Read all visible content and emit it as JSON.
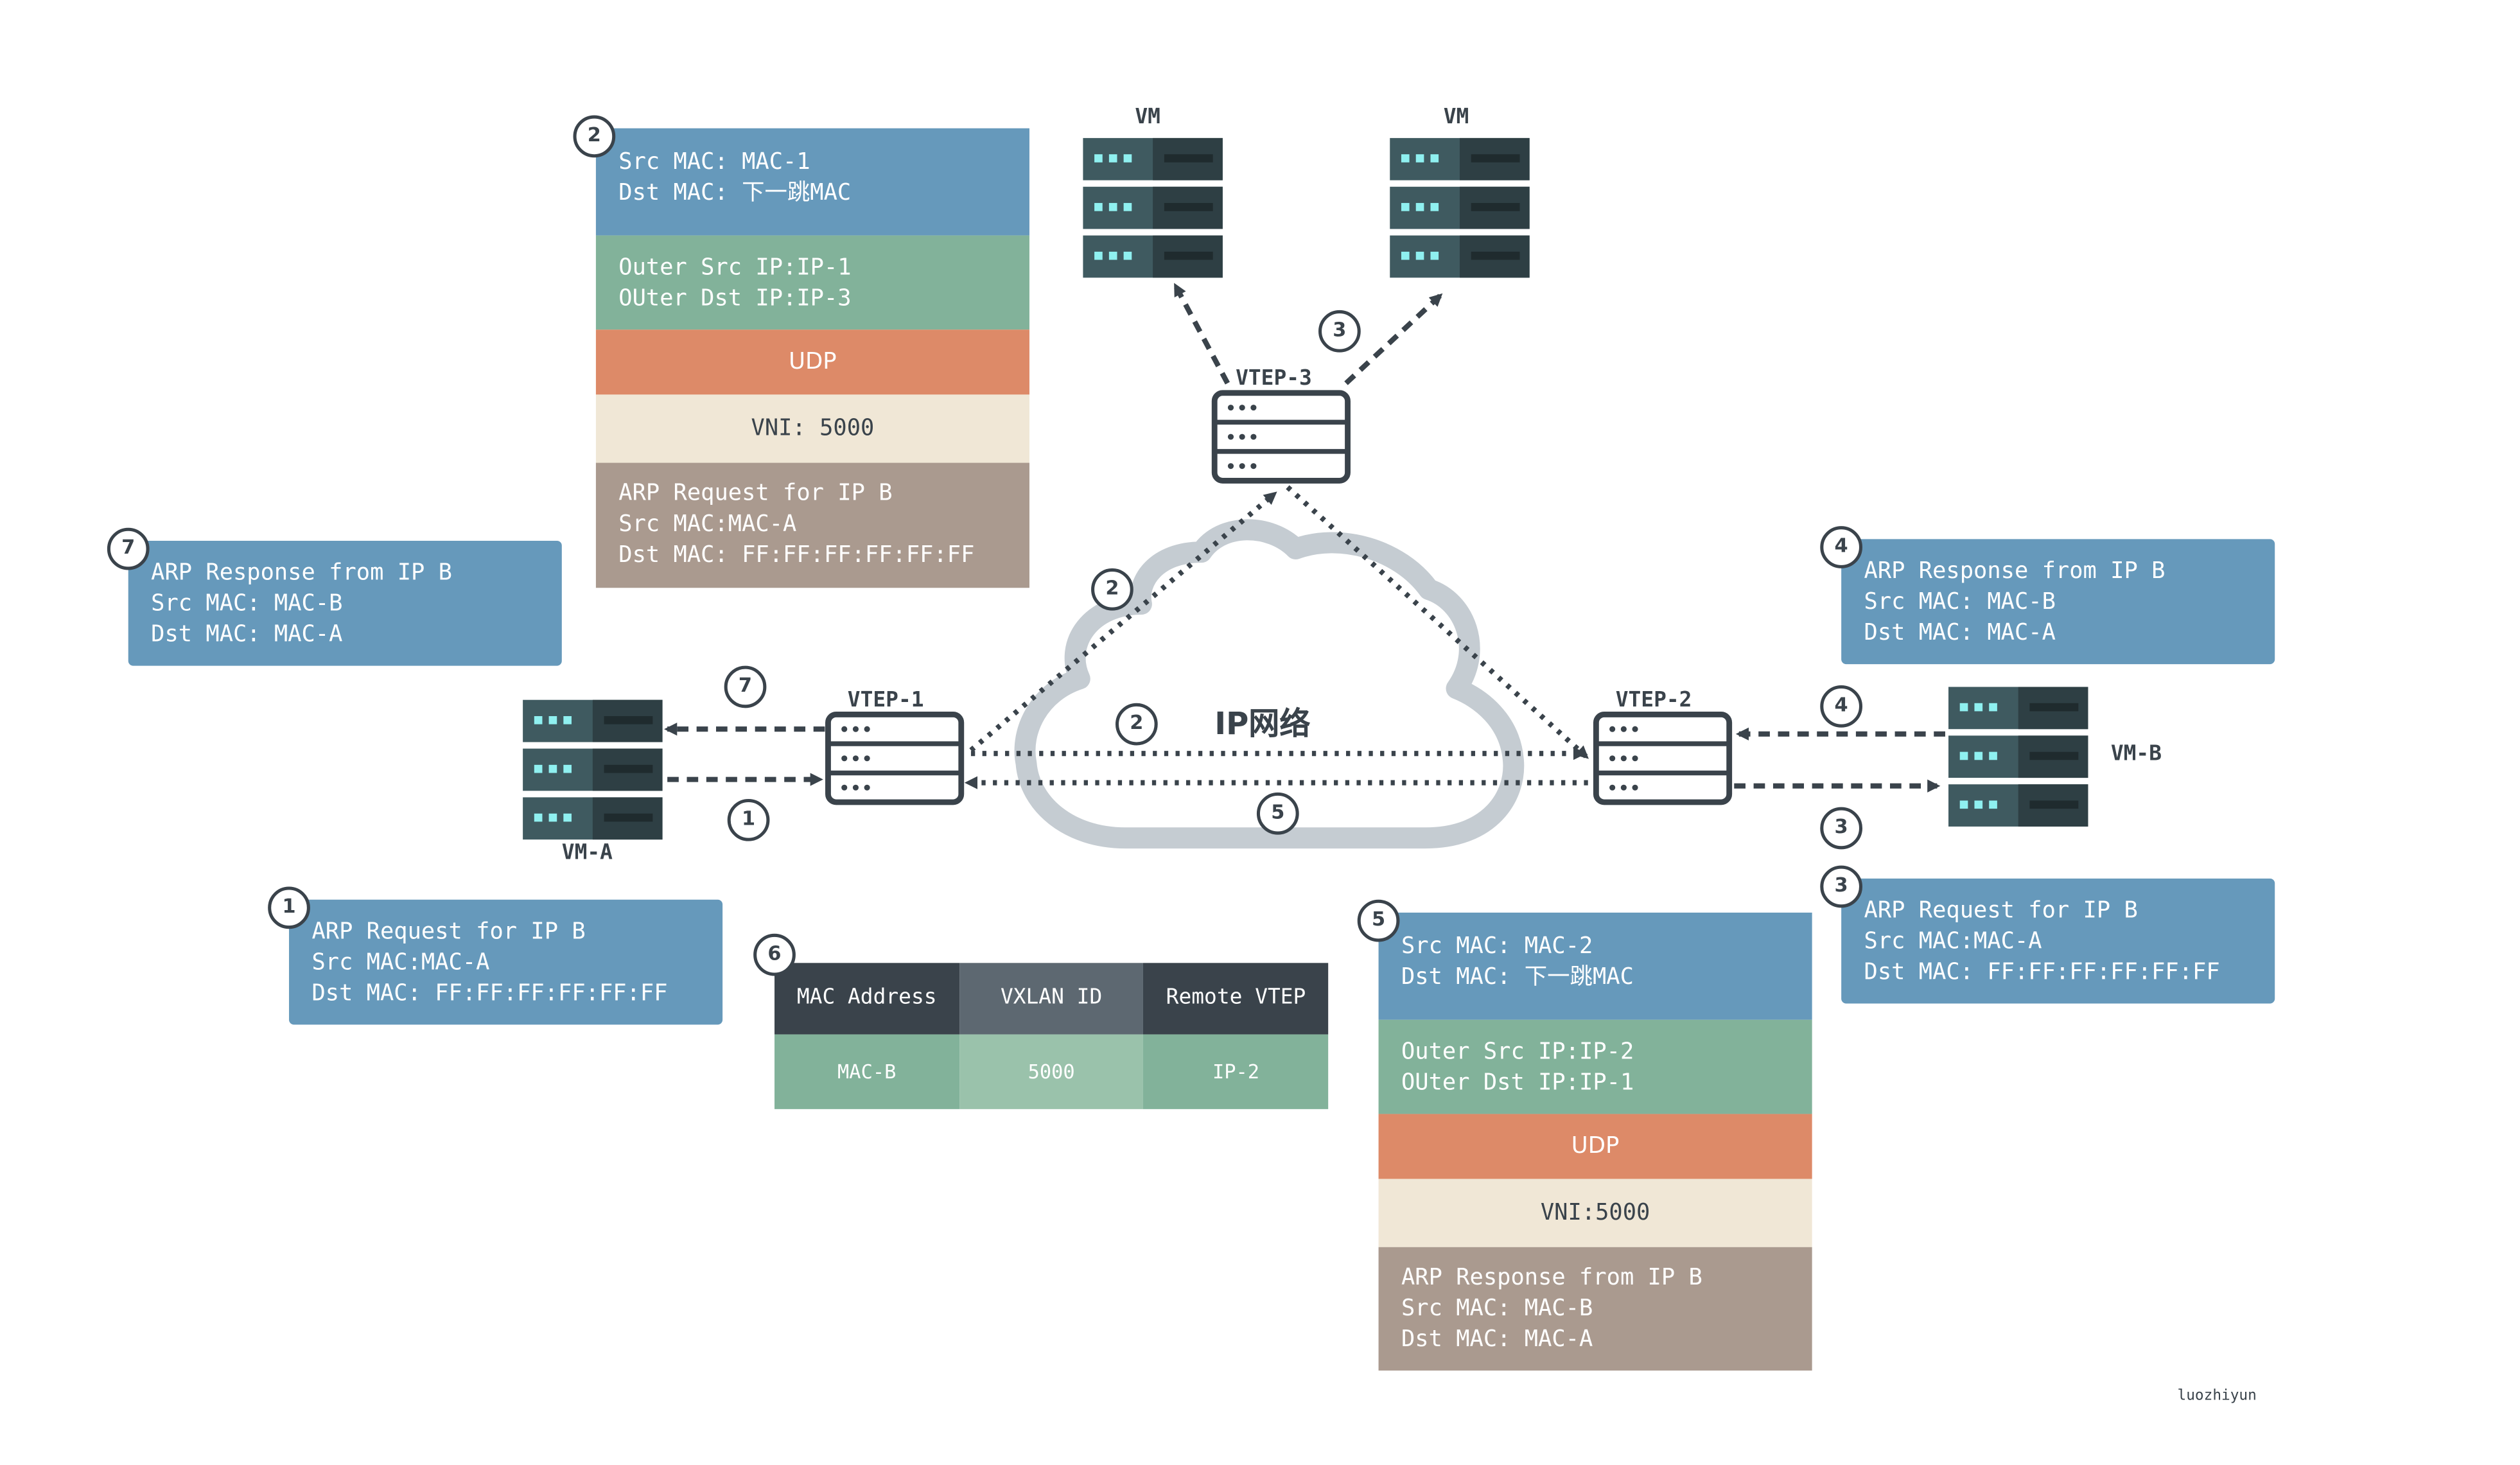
{
  "colors": {
    "dark": "#3a434b",
    "frame_blue": "#6699bb",
    "ip_green": "#82b29a",
    "udp_orange": "#dd8a68",
    "vni_cream": "#f0e7d6",
    "payload_taupe": "#aa9a8f",
    "server_teal": "#3f5a60",
    "cloud_gray": "#c5ccd2"
  },
  "labels": {
    "vm_left_top": "VM",
    "vm_right_top": "VM",
    "vtep1": "VTEP-1",
    "vtep2": "VTEP-2",
    "vtep3": "VTEP-3",
    "vm_a": "VM-A",
    "vm_b": "VM-B",
    "network": "IP网络",
    "credit": "luozhiyun"
  },
  "badges": {
    "b1": "1",
    "b2": "2",
    "b3": "3",
    "b4": "4",
    "b5": "5",
    "b6": "6",
    "b7": "7"
  },
  "packet2": {
    "eth": [
      "Src MAC: MAC-1",
      "Dst MAC: 下一跳MAC"
    ],
    "ip": [
      "Outer Src IP:IP-1",
      "OUter Dst IP:IP-3"
    ],
    "udp": "UDP",
    "vni": "VNI: 5000",
    "payload": [
      "ARP Request for IP B",
      "Src MAC:MAC-A",
      "Dst MAC: FF:FF:FF:FF:FF:FF"
    ]
  },
  "packet5": {
    "eth": [
      "Src MAC: MAC-2",
      "Dst MAC: 下一跳MAC"
    ],
    "ip": [
      "Outer Src IP:IP-2",
      "OUter Dst IP:IP-1"
    ],
    "udp": "UDP",
    "vni": "VNI:5000",
    "payload": [
      "ARP Response from IP B",
      "Src MAC: MAC-B",
      "Dst MAC: MAC-A"
    ]
  },
  "msg7": [
    "ARP Response from IP B",
    "Src MAC: MAC-B",
    "Dst MAC: MAC-A"
  ],
  "msg1": [
    "ARP Request for IP B",
    "Src MAC:MAC-A",
    "Dst MAC: FF:FF:FF:FF:FF:FF"
  ],
  "msg4": [
    "ARP Response from IP B",
    "Src MAC: MAC-B",
    "Dst MAC: MAC-A"
  ],
  "msg3": [
    "ARP Request for IP B",
    "Src MAC:MAC-A",
    "Dst MAC: FF:FF:FF:FF:FF:FF"
  ],
  "table": {
    "headers": [
      "MAC Address",
      "VXLAN ID",
      "Remote VTEP"
    ],
    "row": [
      "MAC-B",
      "5000",
      "IP-2"
    ]
  }
}
